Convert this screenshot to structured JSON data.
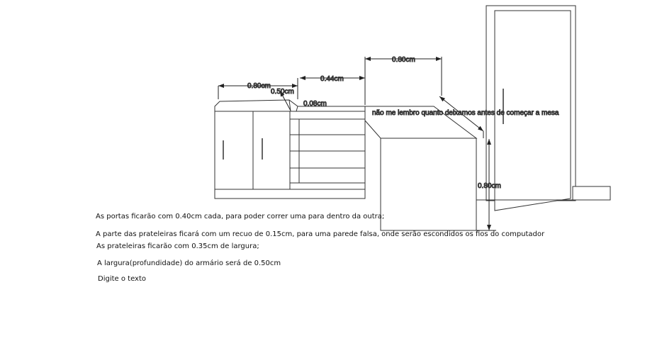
{
  "drawing": {
    "dimensions": {
      "cabinet_width": "0.80cm",
      "top_bevel": "0.50cm",
      "shelves_width": "0.44cm",
      "step": "0.08cm",
      "desk_width": "0.80cm",
      "desk_height": "0.80cm"
    },
    "annotation": "não me lembro quanto deixamos antes de começar a mesa",
    "line_color": "#333333"
  },
  "notes": [
    "As portas ficarão com 0.40cm cada, para poder correr uma para dentro da outra;",
    "A parte das prateleiras ficará com um recuo de 0.15cm, para uma parede falsa, onde serão escondidos os fios do computador",
    "As prateleiras ficarão com 0.35cm de largura;",
    "A largura(profundidade) do armário será de 0.50cm",
    "Digite o texto"
  ]
}
